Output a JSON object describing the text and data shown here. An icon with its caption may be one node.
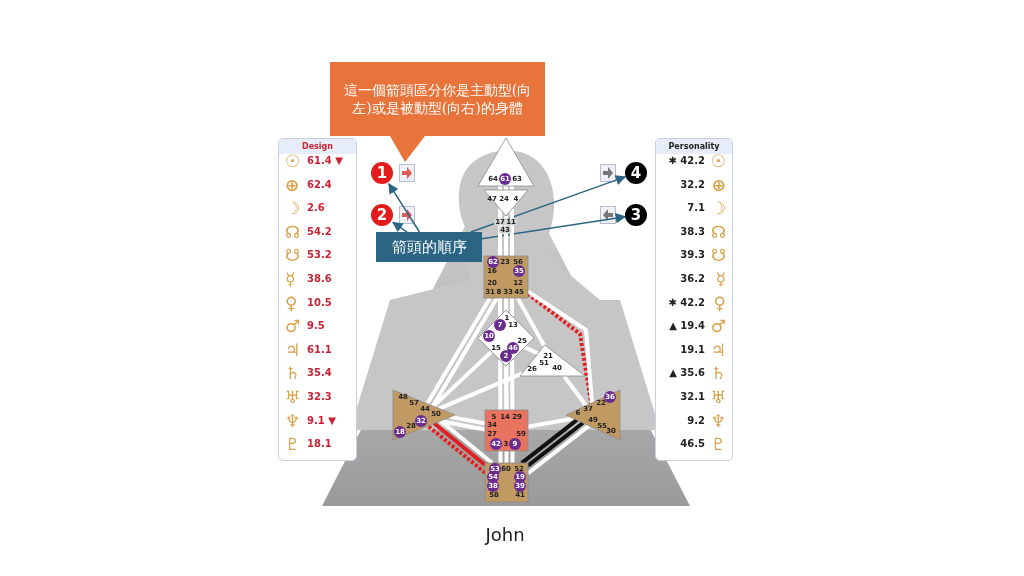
{
  "diagram": {
    "caption": "John",
    "nodes": [
      {
        "text": [
          "這一個箭頭區分你是主動型(向左)或是被動型(向右)的身體"
        ]
      },
      {
        "text": [
          "1"
        ]
      },
      {
        "text": [
          "4"
        ]
      },
      {
        "text": [
          "2"
        ]
      },
      {
        "text": [
          "3"
        ]
      },
      {
        "text": [
          "箭頭的順序"
        ]
      },
      {
        "text": [
          "Design",
          "☉",
          "61.4 ▼",
          "⊕",
          "62.4",
          "☽",
          "2.6",
          "☊",
          "54.2",
          "☋",
          "53.2",
          "☿",
          "38.6",
          "♀",
          "10.5",
          "♂",
          "9.5",
          "♃",
          "61.1",
          "♄",
          "35.4",
          "♅",
          "32.3",
          "♆",
          "9.1 ▼",
          "♇",
          "18.1"
        ]
      },
      {
        "text": [
          "Personality",
          "☉",
          "✱ 42.2",
          "⊕",
          "32.2",
          "☽",
          "7.1",
          "☊",
          "38.3",
          "☋",
          "39.3",
          "☿",
          "36.2",
          "♀",
          "✱ 42.2",
          "♂",
          "▲ 19.4",
          "♃",
          "19.1",
          "♄",
          "▲ 35.6",
          "♅",
          "32.1",
          "♆",
          "9.2",
          "♇",
          "46.5"
        ]
      },
      {
        "text": [
          "64",
          "63"
        ]
      },
      {
        "text": [
          "61"
        ],
        "in": 8
      },
      {
        "text": [
          "47",
          "24",
          "4"
        ],
        "beside": [
          "17",
          "11",
          "43"
        ]
      },
      {
        "text": [
          "23",
          "56",
          "16",
          "20",
          "12",
          "31",
          "8",
          "33",
          "45"
        ]
      },
      {
        "text": [
          "62"
        ],
        "in": 11
      },
      {
        "text": [
          "35"
        ],
        "in": 11
      },
      {
        "text": [
          "1",
          "13",
          "25",
          "15"
        ]
      },
      {
        "text": [
          "7"
        ],
        "in": 14
      },
      {
        "text": [
          "10"
        ],
        "in": 14
      },
      {
        "text": [
          "46"
        ],
        "in": 14
      },
      {
        "text": [
          "2"
        ],
        "in": 14
      },
      {
        "text": [
          "21",
          "51",
          "26",
          "40"
        ]
      },
      {
        "text": [
          "48",
          "57",
          "44",
          "50",
          "28"
        ]
      },
      {
        "text": [
          "32"
        ],
        "in": 20
      },
      {
        "text": [
          "18"
        ],
        "in": 20
      },
      {
        "text": [
          "22",
          "6",
          "37",
          "49",
          "55",
          "30"
        ]
      },
      {
        "text": [
          "36"
        ],
        "in": 23
      },
      {
        "text": [
          "5",
          "14",
          "29",
          "34",
          "27",
          "59",
          "3"
        ]
      },
      {
        "text": [
          "42"
        ],
        "in": 25
      },
      {
        "text": [
          "9"
        ],
        "in": 25
      },
      {
        "text": [
          "60",
          "52",
          "58",
          "41"
        ]
      },
      {
        "text": [
          "53"
        ],
        "in": 28
      },
      {
        "text": [
          "54"
        ],
        "in": 28
      },
      {
        "text": [
          "19"
        ],
        "in": 28
      },
      {
        "text": [
          "38"
        ],
        "in": 28
      },
      {
        "text": [
          "39"
        ],
        "in": 28
      }
    ],
    "edges": [
      {
        "from": 5,
        "to": 1,
        "arrow": "to",
        "color": "#2b6583"
      },
      {
        "from": 5,
        "to": 3,
        "arrow": "to",
        "color": "#2b6583"
      },
      {
        "from": 5,
        "to": 2,
        "arrow": "to",
        "color": "#2b6583"
      },
      {
        "from": 5,
        "to": 4,
        "arrow": "to",
        "color": "#2b6583"
      },
      {
        "from": 8,
        "to": 10,
        "arrow": "none"
      },
      {
        "from": 8,
        "to": 10,
        "arrow": "none"
      },
      {
        "from": 8,
        "to": 10,
        "arrow": "none"
      },
      {
        "from": 10,
        "to": 11,
        "arrow": "none"
      },
      {
        "from": 10,
        "to": 11,
        "arrow": "none"
      },
      {
        "from": 10,
        "to": 11,
        "arrow": "none"
      },
      {
        "from": 11,
        "to": 14,
        "arrow": "none"
      },
      {
        "from": 11,
        "to": 14,
        "arrow": "none"
      },
      {
        "from": 11,
        "to": 14,
        "arrow": "none"
      },
      {
        "from": 11,
        "to": 20,
        "arrow": "none"
      },
      {
        "from": 11,
        "to": 20,
        "arrow": "none"
      },
      {
        "from": 11,
        "to": 25,
        "arrow": "none"
      },
      {
        "from": 11,
        "to": 19,
        "arrow": "none"
      },
      {
        "from": 11,
        "to": 23,
        "arrow": "none",
        "style": "dashed",
        "color": "#e02020"
      },
      {
        "from": 11,
        "to": 23,
        "arrow": "none"
      },
      {
        "from": 14,
        "to": 20,
        "arrow": "none"
      },
      {
        "from": 14,
        "to": 25,
        "arrow": "none"
      },
      {
        "from": 14,
        "to": 25,
        "arrow": "none"
      },
      {
        "from": 14,
        "to": 25,
        "arrow": "none"
      },
      {
        "from": 14,
        "to": 19,
        "arrow": "none"
      },
      {
        "from": 19,
        "to": 20,
        "arrow": "none"
      },
      {
        "from": 19,
        "to": 23,
        "arrow": "none"
      },
      {
        "from": 25,
        "to": 20,
        "arrow": "none"
      },
      {
        "from": 25,
        "to": 20,
        "arrow": "none"
      },
      {
        "from": 25,
        "to": 23,
        "arrow": "none"
      },
      {
        "from": 25,
        "to": 28,
        "arrow": "none"
      },
      {
        "from": 25,
        "to": 28,
        "arrow": "none"
      },
      {
        "from": 25,
        "to": 28,
        "arrow": "none"
      },
      {
        "from": 28,
        "to": 20,
        "arrow": "none",
        "style": "dashed",
        "color": "#e02020"
      },
      {
        "from": 28,
        "to": 20,
        "arrow": "none",
        "color": "#e02020"
      },
      {
        "from": 28,
        "to": 20,
        "arrow": "none"
      },
      {
        "from": 28,
        "to": 23,
        "arrow": "none",
        "color": "#111111"
      },
      {
        "from": 28,
        "to": 23,
        "arrow": "none",
        "color": "#111111"
      },
      {
        "from": 28,
        "to": 23,
        "arrow": "none"
      }
    ]
  }
}
